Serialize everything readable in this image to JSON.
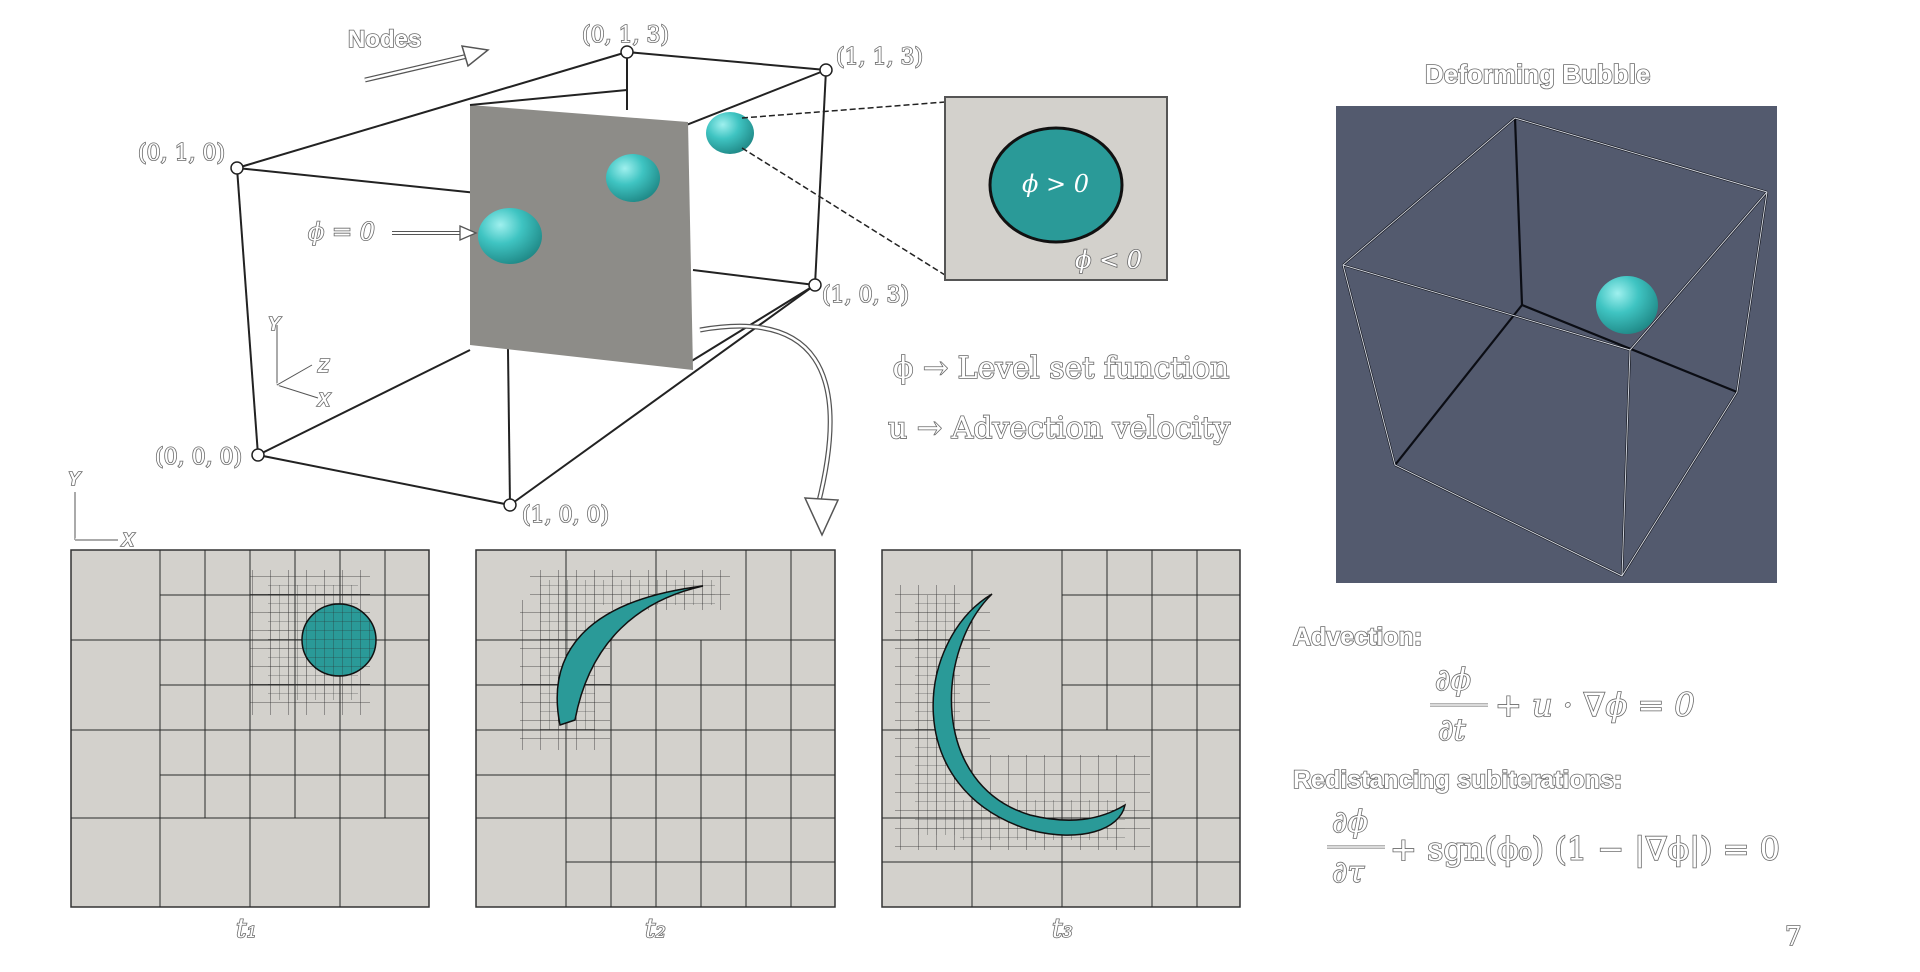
{
  "slide": {
    "page_number": "7"
  },
  "cube_diagram": {
    "nodes_label": "Nodes",
    "corner_labels": [
      "(0, 1, 3)",
      "(1, 1, 3)",
      "(0, 1, 0)",
      "(1, 0, 3)",
      "(0, 0, 0)",
      "(1, 0, 0)"
    ],
    "phi_zero_label": "ϕ = 0",
    "axes": {
      "x": "X",
      "y": "Y",
      "z": "Z"
    }
  },
  "zoom_inset": {
    "inside_label": "ϕ > 0",
    "outside_label": "ϕ < 0"
  },
  "legend": {
    "phi_line": "ϕ → Level set function",
    "u_line": "u → Advection velocity"
  },
  "bubble_panel": {
    "title": "Deforming Bubble",
    "background": "#535a6e",
    "bubble_color": "#3cbcbc"
  },
  "mesh_panels": {
    "axes": {
      "x": "X",
      "y": "Y"
    },
    "labels": [
      "t₁",
      "t₂",
      "t₃"
    ],
    "fill_color": "#d3d1cc",
    "level_set_color": "#2a9a98"
  },
  "equations": {
    "advection_label": "Advection:",
    "advection_num": "∂ϕ",
    "advection_den": "∂t",
    "advection_rest": "+ u · ∇ϕ = 0",
    "redist_label": "Redistancing subiterations:",
    "redist_num": "∂ϕ",
    "redist_den": "∂τ",
    "redist_rest": "+ sgn(ϕ₀)  (1 − |∇ϕ|) = 0"
  }
}
